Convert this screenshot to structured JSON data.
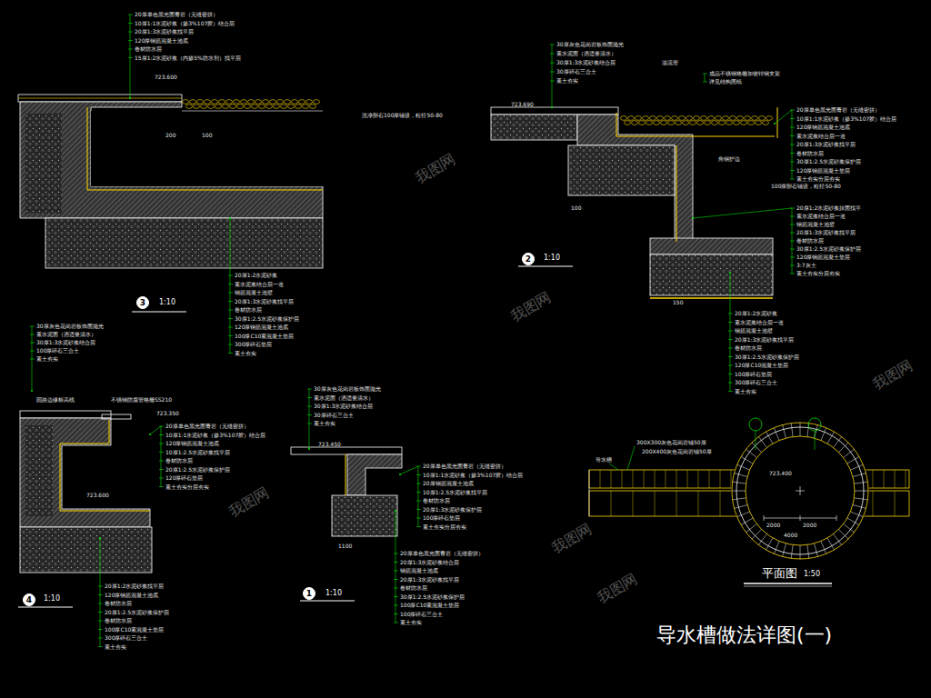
{
  "diagram": {
    "title": "导水槽做法详图(一)",
    "nodes": [
      {
        "text": [
          "3"
        ]
      },
      {
        "text": [
          "2"
        ]
      },
      {
        "text": [
          "4"
        ]
      },
      {
        "text": [
          "1"
        ]
      }
    ],
    "labels": [
      "20厚单色黑光面青岩（无缝密拼）",
      "10厚1:1水泥砂浆（掺3%107胶）结合层",
      "20厚1:3水泥砂浆找平层",
      "120厚钢筋混凝土池底",
      "卷材防水层",
      "15厚1:2水泥砂浆（内掺5%防水剂）找平层",
      "723.600",
      "洗净卵石100厚铺设，粒径50-80",
      "200",
      "100",
      "20厚1:2水泥砂浆",
      "素水泥浆结合层一道",
      "钢筋混凝土池壁",
      "20厚1:3水泥砂浆找平层",
      "卷材防水层",
      "30厚1:2.5水泥砂浆保护层",
      "120厚钢筋混凝土池底",
      "100厚C10素混凝土垫层",
      "300厚碎石垫层",
      "素土夯实",
      "1:10",
      "30厚灰色花岗岩板饰面抛光",
      "素水泥面（洒适量清水）",
      "30厚1:3水泥砂浆结合层",
      "30厚碎石三合土",
      "素土夯实",
      "溢流管",
      "成品不锈钢格栅加镀锌钢支架",
      "详见结构图纸",
      "723.690",
      "角钢护边",
      "20厚单色黑光面青岩（无缝密拼）",
      "10厚1:1水泥砂浆（掺3%107胶）结合层",
      "120厚钢筋混凝土池底",
      "素水泥浆结合层一道",
      "20厚1:3水泥砂浆找平层",
      "卷材防水层",
      "30厚1:2.5水泥砂浆保护层",
      "120厚钢筋混凝土垫层",
      "素土夯实分层夯实",
      "100厚卵石铺设，粒径50-80",
      "20厚1:2水泥砂浆抹面找平",
      "素水泥浆结合层一道",
      "钢筋混凝土池壁",
      "20厚1:3水泥砂浆找平层",
      "卷材防水层",
      "30厚1:2.5水泥砂浆保护层",
      "120厚钢筋混凝土垫层",
      "3:7灰土",
      "素土夯实分层夯实",
      "100",
      "150",
      "20厚1:2水泥砂浆",
      "素水泥浆结合层一道",
      "钢筋混凝土池壁",
      "20厚1:3水泥砂浆找平层",
      "卷材防水层",
      "30厚1:2.5水泥砂浆保护层",
      "120厚C10混凝土垫层",
      "100厚碎石垫层",
      "300厚碎石三合土",
      "素土夯实",
      "1:10",
      "30厚灰色花岗岩板饰面抛光",
      "素水泥面（洒适量清水）",
      "30厚1:3水泥砂浆结合层",
      "100厚碎石三合土",
      "素土夯实",
      "园路边缘标高线",
      "不锈钢防腐管格栅SS210",
      "723.350",
      "20厚单色黑光面青岩（无缝密拼）",
      "10厚1:1水泥砂浆（掺3%107胶）结合层",
      "120厚钢筋混凝土池底",
      "10厚1:2.5水泥砂浆找平层",
      "卷材防水层",
      "20厚1:2.5水泥砂浆保护层",
      "120厚碎石垫层",
      "素土夯实分层夯实",
      "723.600",
      "20厚1:2水泥砂浆找平层",
      "120厚钢筋混凝土池底",
      "卷材防水层",
      "20厚1:2.5水泥砂浆保护层",
      "卷材防水层",
      "100厚C10素混凝土垫层",
      "300厚碎石三合土",
      "素土夯实",
      "1:10",
      "30厚灰色花岗岩板饰面抛光",
      "素水泥面（洒适量清水）",
      "30厚1:3水泥砂浆结合层",
      "30厚碎石三合土",
      "素土夯实",
      "723.450",
      "20厚单色黑光面青岩（无缝密拼）",
      "10厚1:1水泥砂浆（掺3%107胶）结合层",
      "20厚钢筋混凝土池底",
      "10厚1:2.5水泥砂浆找平层",
      "卷材防水层",
      "20厚1:3水泥砂浆保护层",
      "100厚碎石垫层",
      "素土夯实分层夯实",
      "1100",
      "20厚单色黑光面青岩（无缝密拼）",
      "20厚1:3水泥砂浆结合层",
      "钢筋混凝土池底",
      "20厚1:3水泥砂浆找平层",
      "卷材防水层",
      "30厚1:2.5水泥砂浆保护层",
      "100厚C10素混凝土垫层",
      "100厚碎石三合土",
      "素土夯实",
      "1:10",
      "导水槽",
      "300X300灰色花岗岩铺50厚",
      "200X400灰色花岗岩铺50厚",
      "723.400",
      "2000",
      "2000",
      "4000",
      "平面图",
      "1:50",
      "我图网",
      "我图网",
      "我图网",
      "我图网",
      "我图网",
      "我图网"
    ]
  }
}
